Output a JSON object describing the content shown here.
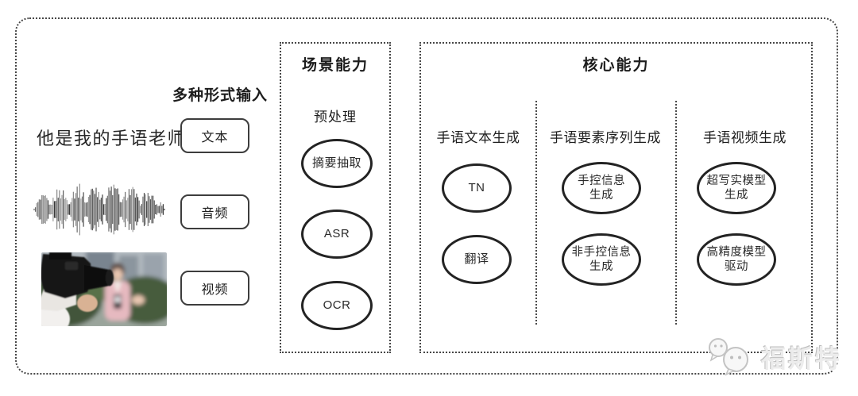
{
  "colors": {
    "line": "#474747",
    "node_border": "#232323",
    "text": "#1d1d1d",
    "watermark": "#cfcfcf"
  },
  "input": {
    "label": "多种形式输入",
    "sentence": "他是我的手语老师",
    "buttons": [
      "文本",
      "音频",
      "视频"
    ]
  },
  "scene": {
    "title": "场景能力",
    "subtitle": "预处理",
    "nodes": [
      "摘要抽取",
      "ASR",
      "OCR"
    ]
  },
  "core": {
    "title": "核心能力",
    "columns": [
      {
        "header": "手语文本生成",
        "nodes": [
          {
            "lines": [
              "TN"
            ]
          },
          {
            "lines": [
              "翻译"
            ]
          }
        ]
      },
      {
        "header": "手语要素序列生成",
        "nodes": [
          {
            "lines": [
              "手控信息",
              "生成"
            ]
          },
          {
            "lines": [
              "非手控信息",
              "生成"
            ]
          }
        ]
      },
      {
        "header": "手语视频生成",
        "nodes": [
          {
            "lines": [
              "超写实模型",
              "生成"
            ]
          },
          {
            "lines": [
              "高精度模型",
              "驱动"
            ]
          }
        ]
      }
    ]
  },
  "watermark": {
    "text": "福斯特",
    "logo": "chat-bubbles-icon"
  }
}
